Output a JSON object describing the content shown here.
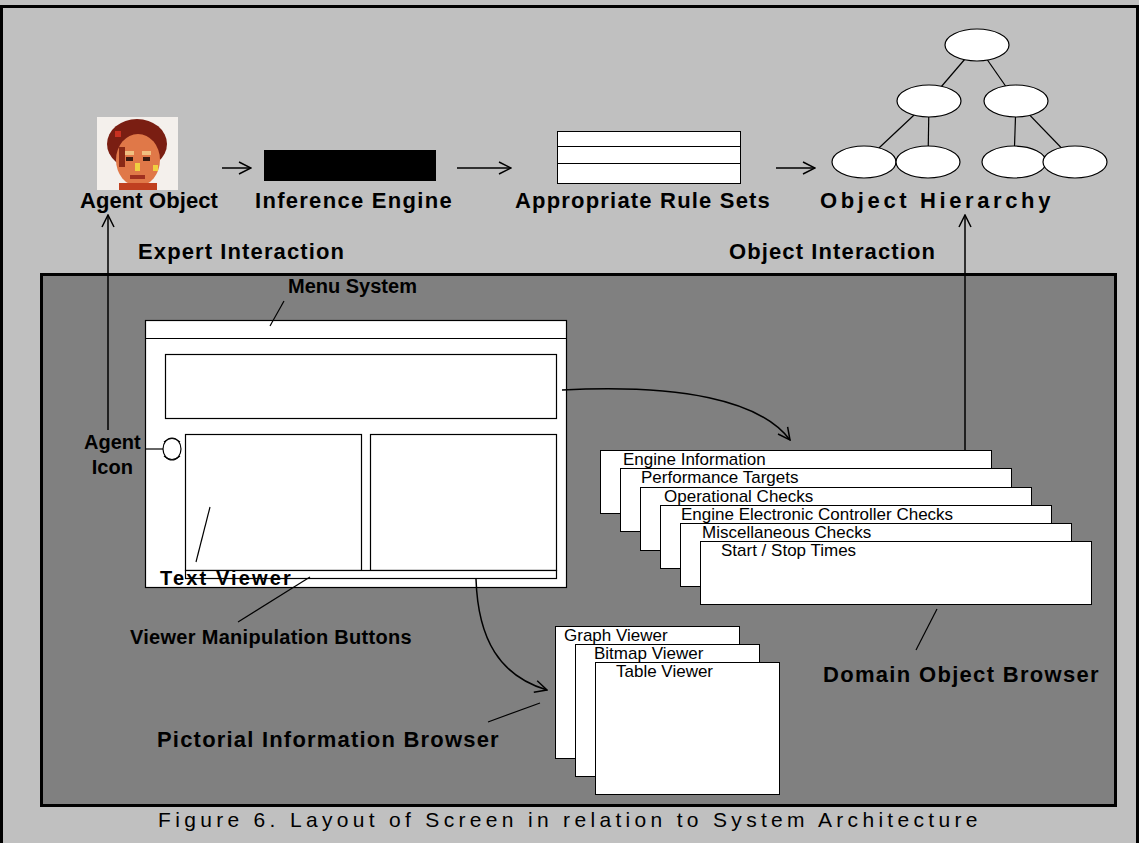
{
  "diagram": {
    "caption": "Figure 6. Layout of Screen in relation to System Architecture",
    "nodes": [
      {
        "text": [
          "Agent Object"
        ]
      },
      {
        "text": [
          "Inference Engine"
        ]
      },
      {
        "text": [
          "Appropriate Rule Sets"
        ]
      },
      {
        "text": [
          "Object Hierarchy"
        ]
      },
      {
        "text": [
          "Agent Icon"
        ]
      },
      {
        "text": [
          "Engine Information"
        ]
      },
      {
        "text": [
          "Performance Targets"
        ]
      },
      {
        "text": [
          "Operational Checks"
        ]
      },
      {
        "text": [
          "Engine Electronic Controller Checks"
        ]
      },
      {
        "text": [
          "Miscellaneous Checks"
        ]
      },
      {
        "text": [
          "Start / Stop Times"
        ]
      },
      {
        "text": [
          "Graph Viewer"
        ]
      },
      {
        "text": [
          "Bitmap Viewer"
        ]
      },
      {
        "text": [
          "Table Viewer"
        ]
      }
    ],
    "edges": [
      {
        "from": 0,
        "to": 1,
        "arrow": "to"
      },
      {
        "from": 1,
        "to": 2,
        "arrow": "to"
      },
      {
        "from": 2,
        "to": 3,
        "arrow": "to"
      },
      {
        "from": 4,
        "to": 0,
        "label": "Expert Interaction",
        "arrow": "to"
      },
      {
        "from": 5,
        "to": 3,
        "label": "Object Interaction",
        "arrow": "to"
      }
    ],
    "labels": [
      "Menu System",
      "Text Viewer",
      "Viewer Manipulation Buttons",
      "Domain Object Browser",
      "Pictorial Information Browser"
    ]
  }
}
